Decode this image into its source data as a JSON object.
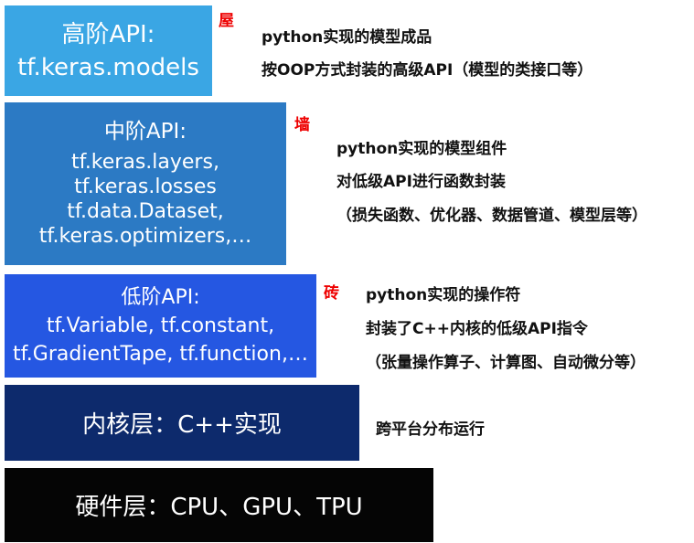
{
  "layers": {
    "high": {
      "title": "高阶API:",
      "lines": [
        "tf.keras.models"
      ],
      "color": "#3aa6e4"
    },
    "mid": {
      "title": "中阶API:",
      "lines": [
        "tf.keras.layers,",
        "tf.keras.losses",
        "tf.data.Dataset,",
        "tf.keras.optimizers,…"
      ],
      "color": "#2c7ac4"
    },
    "low": {
      "title": "低阶API:",
      "lines": [
        "tf.Variable, tf.constant,",
        "tf.GradientTape, tf.function,…"
      ],
      "color": "#2557e2"
    },
    "kernel": {
      "title": "内核层：C++实现",
      "color": "#0d2a6c"
    },
    "hardware": {
      "title": "硬件层：CPU、GPU、TPU",
      "color": "#050505"
    }
  },
  "tags": {
    "roof": "屋",
    "wall": "墙",
    "brick": "砖",
    "color": "#ee0000"
  },
  "descriptions": {
    "high": [
      "python实现的模型成品",
      "按OOP方式封装的高级API（模型的类接口等）"
    ],
    "mid": [
      "python实现的模型组件",
      "对低级API进行函数封装",
      "（损失函数、优化器、数据管道、模型层等）"
    ],
    "low": [
      "python实现的操作符",
      "封装了C++内核的低级API指令",
      "（张量操作算子、计算图、自动微分等）"
    ],
    "kernel": [
      "跨平台分布运行"
    ]
  }
}
